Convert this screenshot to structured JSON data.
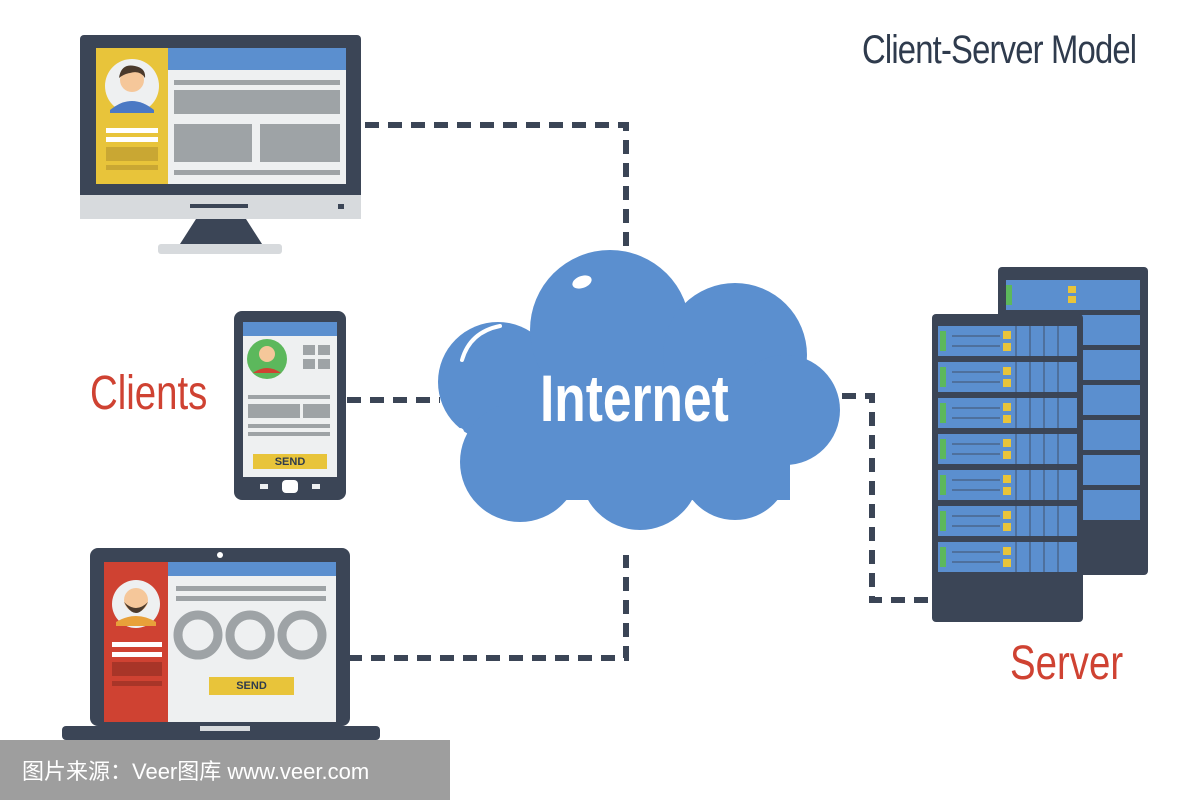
{
  "diagram": {
    "title": "Client-Server Model",
    "clients_label": "Clients",
    "server_label": "Server",
    "internet_label": "Internet",
    "tablet_button_label": "SEND",
    "laptop_button_label": "SEND"
  },
  "watermark": {
    "text": "图片来源：Veer图库 www.veer.com"
  },
  "colors": {
    "dark": "#3b4556",
    "cloud": "#5b8fcf",
    "accent_red": "#cf4232",
    "accent_yellow": "#e8c43a",
    "screen_blue": "#5b8fcf",
    "panel_gray": "#9ea3a6"
  }
}
